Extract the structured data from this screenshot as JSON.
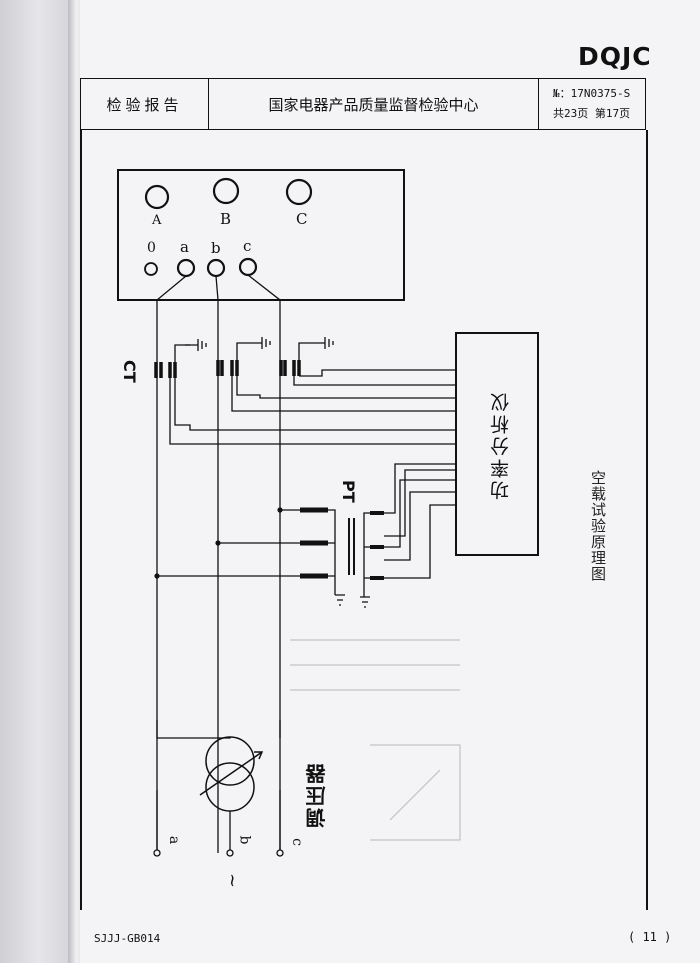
{
  "brand": "DQJC",
  "header": {
    "report_title": "检验报告",
    "center_name": "国家电器产品质量监督检验中心",
    "report_no": "№：17N0375-S",
    "page_info": "共23页  第17页"
  },
  "diagram": {
    "caption": "空载试验原理图",
    "analyzer_label": "功率分析仪",
    "ct_label": "CT",
    "pt_label": "PT",
    "regulator_label": "调压器",
    "big_terminals": [
      "A",
      "B",
      "C"
    ],
    "small_terminals": [
      "0",
      "a",
      "b",
      "c"
    ],
    "supply_terminals": [
      "a",
      "b",
      "c"
    ],
    "supply_symbol": "~"
  },
  "footer": {
    "form_code": "SJJJ-GB014",
    "page_number": "( 11 )"
  }
}
